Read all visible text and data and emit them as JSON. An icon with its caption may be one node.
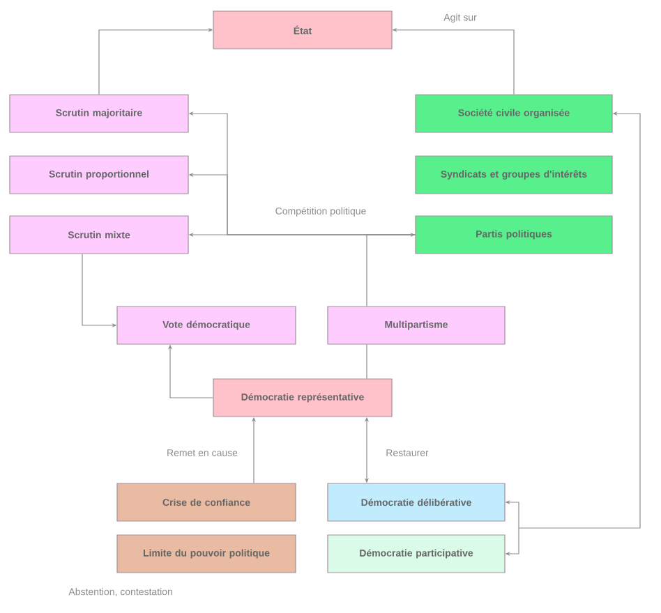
{
  "diagram": {
    "nodes": [
      {
        "text": [
          "État"
        ]
      },
      {
        "text": [
          "Scrutin majoritaire"
        ]
      },
      {
        "text": [
          "Scrutin proportionnel"
        ]
      },
      {
        "text": [
          "Scrutin mixte"
        ]
      },
      {
        "text": [
          "Société civile organisée"
        ]
      },
      {
        "text": [
          "Syndicats et groupes d'intérêts"
        ]
      },
      {
        "text": [
          "Partis politiques"
        ]
      },
      {
        "text": [
          "Vote démocratique"
        ]
      },
      {
        "text": [
          "Multipartisme"
        ]
      },
      {
        "text": [
          "Démocratie représentative"
        ]
      },
      {
        "text": [
          "Crise de confiance"
        ]
      },
      {
        "text": [
          "Limite du pouvoir politique"
        ]
      },
      {
        "text": [
          "Démocratie délibérative"
        ]
      },
      {
        "text": [
          "Démocratie participative"
        ]
      }
    ],
    "edges": [
      {
        "from": 1,
        "to": 0,
        "arrow": "to"
      },
      {
        "from": 4,
        "to": 0,
        "arrow": "to",
        "label": "Agit sur"
      },
      {
        "from": 6,
        "to": 1,
        "arrow": "to",
        "label": "Compétition politique"
      },
      {
        "from": 6,
        "to": 2,
        "arrow": "to"
      },
      {
        "from": 6,
        "to": 3,
        "arrow": "to"
      },
      {
        "from": 3,
        "to": 7,
        "arrow": "to"
      },
      {
        "from": 9,
        "to": 7,
        "arrow": "to"
      },
      {
        "from": 9,
        "to": 8,
        "arrow": "none"
      },
      {
        "from": 8,
        "to": 6,
        "arrow": "to"
      },
      {
        "from": 10,
        "to": 9,
        "arrow": "to",
        "label": "Remet en cause"
      },
      {
        "from": 9,
        "to": 12,
        "arrow": "both",
        "label": "Restaurer"
      },
      {
        "from": 12,
        "to": 4,
        "arrow": "both"
      },
      {
        "from": 13,
        "to": 4,
        "arrow": "both"
      }
    ],
    "labels": [
      "Abstention, contestation"
    ]
  }
}
